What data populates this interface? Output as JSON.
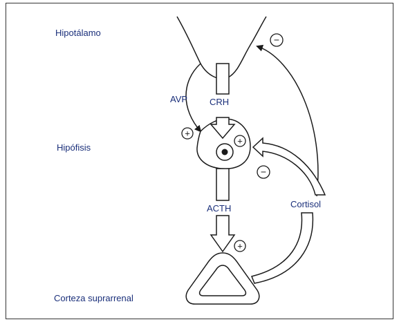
{
  "labels": {
    "hipotalamo": "Hipotálamo",
    "hipofisis": "Hipófisis",
    "corteza": "Corteza suprarrenal",
    "avp": "AVP",
    "crh": "CRH",
    "acth": "ACTH",
    "cortisol": "Cortisol"
  },
  "signs": {
    "plus": "+",
    "minus": "−"
  },
  "colors": {
    "text": "#1a2f7a",
    "line": "#1a1a1a"
  }
}
